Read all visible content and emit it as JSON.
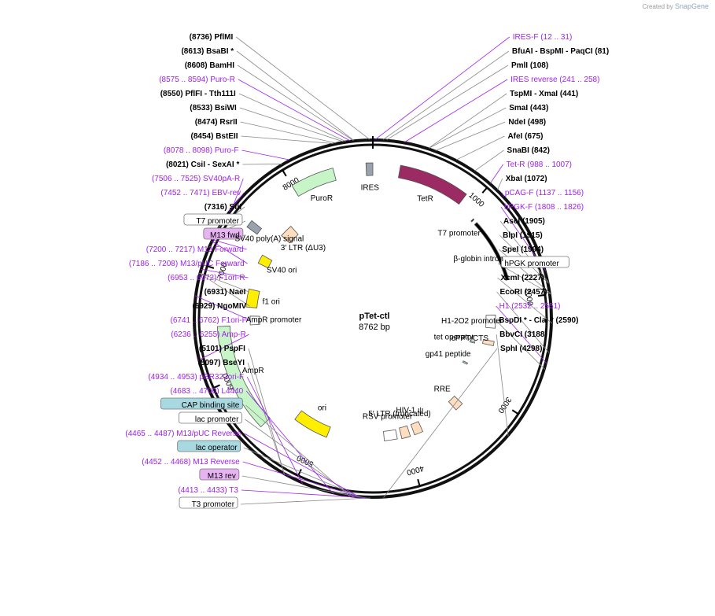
{
  "credit": {
    "prefix": "Created by",
    "brand": "SnapGene"
  },
  "plasmid": {
    "name": "pTet-ctl",
    "size": "8762 bp",
    "length": 8762
  },
  "colors": {
    "enzyme": "#000000",
    "primer": "#a020f0",
    "ruler": "#000000",
    "tetR": "#9c2a63",
    "ires": "#9aa3ad",
    "puroR": "#c8f5c8",
    "ampR": "#c8f5c8",
    "ori": "#ffee00",
    "f1ori": "#ffee00",
    "promoter": "#ffffff",
    "misc": "#ffdec0",
    "purple_box": "#e8b3f2",
    "teal_box": "#a8d8e0"
  },
  "ruler_ticks": [
    "1000",
    "2000",
    "3000",
    "4000",
    "5000",
    "6000",
    "7000",
    "8000"
  ],
  "features": [
    {
      "name": "TetR",
      "type": "cds",
      "start": 250,
      "end": 900
    },
    {
      "name": "IRES",
      "type": "misc_gray",
      "start": 8700,
      "end": 8762
    },
    {
      "name": "PuroR",
      "type": "cds_green",
      "start": 8000,
      "end": 8400
    },
    {
      "name": "AmpR",
      "type": "cds_green",
      "start": 5500,
      "end": 6500
    },
    {
      "name": "ori",
      "type": "ori",
      "start": 4900,
      "end": 5300
    },
    {
      "name": "f1 ori",
      "type": "ori",
      "start": 6700,
      "end": 6900
    },
    {
      "name": "RRE",
      "type": "misc",
      "start": 3250,
      "end": 3350
    },
    {
      "name": "HIV-1 ψ",
      "type": "misc",
      "start": 3800,
      "end": 3900
    },
    {
      "name": "5′ LTR (truncated)",
      "type": "misc",
      "start": 3950,
      "end": 4050
    },
    {
      "name": "RSV promoter",
      "type": "promoter",
      "start": 4100,
      "end": 4250
    },
    {
      "name": "AmpR promoter",
      "type": "promoter",
      "start": 6500,
      "end": 6600
    },
    {
      "name": "3′ LTR (ΔU3)",
      "type": "misc",
      "start": 7600,
      "end": 7750
    },
    {
      "name": "SV40 poly(A) signal",
      "type": "misc_gray",
      "start": 7450,
      "end": 7520
    },
    {
      "name": "SV40 ori",
      "type": "ori",
      "start": 7200,
      "end": 7300
    },
    {
      "name": "T7 promoter",
      "type": "line",
      "start": 1100,
      "end": 1110
    },
    {
      "name": "β-globin intron",
      "type": "line",
      "start": 1150,
      "end": 1800
    },
    {
      "name": "H1-2O2 promoter",
      "type": "promoter",
      "start": 2150,
      "end": 2300
    },
    {
      "name": "cPPT/CTS",
      "type": "misc",
      "start": 2450,
      "end": 2500
    },
    {
      "name": "tet operator",
      "type": "small",
      "start": 2500,
      "end": 2520
    },
    {
      "name": "gp41 peptide",
      "type": "small",
      "start": 2800,
      "end": 2820
    }
  ],
  "inner_labels": [
    {
      "text": "TetR"
    },
    {
      "text": "IRES"
    },
    {
      "text": "PuroR"
    },
    {
      "text": "AmpR"
    },
    {
      "text": "ori"
    },
    {
      "text": "f1 ori"
    },
    {
      "text": "RRE"
    },
    {
      "text": "HIV-1 ψ"
    },
    {
      "text": "5′ LTR (truncated)"
    },
    {
      "text": "RSV promoter"
    },
    {
      "text": "AmpR promoter"
    },
    {
      "text": "3′ LTR (ΔU3)"
    },
    {
      "text": "SV40 poly(A) signal"
    },
    {
      "text": "SV40 ori"
    },
    {
      "text": "T7 promoter"
    },
    {
      "text": "β-globin intron"
    },
    {
      "text": "H1-2O2 promoter"
    },
    {
      "text": "cPPT/CTS"
    },
    {
      "text": "tet operator"
    },
    {
      "text": "gp41 peptide"
    }
  ],
  "outer_labels": [
    {
      "kind": "enzyme",
      "name": "PflMI",
      "pos": "(8736)",
      "bp": 8736
    },
    {
      "kind": "enzyme",
      "name": "BsaBI *",
      "pos": "(8613)",
      "bp": 8613
    },
    {
      "kind": "enzyme",
      "name": "BamHI",
      "pos": "(8608)",
      "bp": 8608
    },
    {
      "kind": "primer",
      "name": "Puro-R",
      "pos": "(8575 .. 8594)",
      "bp": 8584
    },
    {
      "kind": "enzyme",
      "name": "PflFI - Tth111I",
      "pos": "(8550)",
      "bp": 8550
    },
    {
      "kind": "enzyme",
      "name": "BsiWI",
      "pos": "(8533)",
      "bp": 8533
    },
    {
      "kind": "enzyme",
      "name": "RsrII",
      "pos": "(8474)",
      "bp": 8474
    },
    {
      "kind": "enzyme",
      "name": "BstEII",
      "pos": "(8454)",
      "bp": 8454
    },
    {
      "kind": "primer",
      "name": "Puro-F",
      "pos": "(8078 .. 8098)",
      "bp": 8088
    },
    {
      "kind": "enzyme",
      "name": "CsiI - SexAI *",
      "pos": "(8021)",
      "bp": 8021
    },
    {
      "kind": "primer",
      "name": "SV40pA-R",
      "pos": "(7506 .. 7525)",
      "bp": 7515
    },
    {
      "kind": "primer",
      "name": "EBV-rev",
      "pos": "(7452 .. 7471)",
      "bp": 7461
    },
    {
      "kind": "enzyme",
      "name": "SfiI",
      "pos": "(7316)",
      "bp": 7316
    },
    {
      "kind": "box_white",
      "name": "T7 promoter",
      "pos": "",
      "bp": 7250
    },
    {
      "kind": "box_purple",
      "name": "M13 fwd",
      "pos": "",
      "bp": 7230
    },
    {
      "kind": "primer",
      "name": "M13 Forward",
      "pos": "(7200 .. 7217)",
      "bp": 7208
    },
    {
      "kind": "primer",
      "name": "M13/pUC Forward",
      "pos": "(7186 .. 7208)",
      "bp": 7197
    },
    {
      "kind": "primer",
      "name": "F1ori-R",
      "pos": "(6953 .. 6972)",
      "bp": 6962
    },
    {
      "kind": "enzyme",
      "name": "NaeI",
      "pos": "(6931)",
      "bp": 6931
    },
    {
      "kind": "enzyme",
      "name": "NgoMIV",
      "pos": "(6929)",
      "bp": 6929
    },
    {
      "kind": "primer",
      "name": "F1ori-F",
      "pos": "(6741 .. 6762)",
      "bp": 6751
    },
    {
      "kind": "primer",
      "name": "Amp-R",
      "pos": "(6236 .. 6255)",
      "bp": 6245
    },
    {
      "kind": "enzyme",
      "name": "PspFI",
      "pos": "(5101)",
      "bp": 5101
    },
    {
      "kind": "enzyme",
      "name": "BseYI",
      "pos": "(5097)",
      "bp": 5097
    },
    {
      "kind": "primer",
      "name": "pBR322ori-F",
      "pos": "(4934 .. 4953)",
      "bp": 4943
    },
    {
      "kind": "primer",
      "name": "L4440",
      "pos": "(4683 .. 4700)",
      "bp": 4691
    },
    {
      "kind": "box_teal",
      "name": "CAP binding site",
      "pos": "",
      "bp": 4560
    },
    {
      "kind": "box_white",
      "name": "lac promoter",
      "pos": "",
      "bp": 4530
    },
    {
      "kind": "primer",
      "name": "M13/pUC Reverse",
      "pos": "(4465 .. 4487)",
      "bp": 4476
    },
    {
      "kind": "box_teal",
      "name": "lac operator",
      "pos": "",
      "bp": 4470
    },
    {
      "kind": "primer",
      "name": "M13 Reverse",
      "pos": "(4452 .. 4468)",
      "bp": 4460
    },
    {
      "kind": "box_purple",
      "name": "M13 rev",
      "pos": "",
      "bp": 4440
    },
    {
      "kind": "primer",
      "name": "T3",
      "pos": "(4413 .. 4433)",
      "bp": 4423
    },
    {
      "kind": "box_white",
      "name": "T3 promoter",
      "pos": "",
      "bp": 4400
    },
    {
      "kind": "enzyme",
      "name": "SphI",
      "pos": "(4298)",
      "bp": 4298
    },
    {
      "kind": "enzyme",
      "name": "BbvCI",
      "pos": "(3188)",
      "bp": 3188
    },
    {
      "kind": "enzyme",
      "name": "BspDI * - ClaI *",
      "pos": "(2590)",
      "bp": 2590
    },
    {
      "kind": "primer",
      "name": "H1",
      "pos": "(2532 .. 2551)",
      "bp": 2541
    },
    {
      "kind": "enzyme",
      "name": "EcoRI",
      "pos": "(2457)",
      "bp": 2457
    },
    {
      "kind": "enzyme",
      "name": "XcmI",
      "pos": "(2227)",
      "bp": 2227
    },
    {
      "kind": "box_white",
      "name": "hPGK promoter",
      "pos": "",
      "bp": 2000
    },
    {
      "kind": "enzyme",
      "name": "SpeI",
      "pos": "(1994)",
      "bp": 1994
    },
    {
      "kind": "enzyme",
      "name": "BlpI",
      "pos": "(1915)",
      "bp": 1915
    },
    {
      "kind": "enzyme",
      "name": "AscI",
      "pos": "(1905)",
      "bp": 1905
    },
    {
      "kind": "primer",
      "name": "hPGK-F",
      "pos": "(1808 .. 1826)",
      "bp": 1817
    },
    {
      "kind": "primer",
      "name": "pCAG-F",
      "pos": "(1137 .. 1156)",
      "bp": 1146
    },
    {
      "kind": "enzyme",
      "name": "XbaI",
      "pos": "(1072)",
      "bp": 1072
    },
    {
      "kind": "primer",
      "name": "Tet-R",
      "pos": "(988 .. 1007)",
      "bp": 997
    },
    {
      "kind": "enzyme",
      "name": "SnaBI",
      "pos": "(842)",
      "bp": 842
    },
    {
      "kind": "enzyme",
      "name": "AfeI",
      "pos": "(675)",
      "bp": 675
    },
    {
      "kind": "enzyme",
      "name": "NdeI",
      "pos": "(498)",
      "bp": 498
    },
    {
      "kind": "enzyme",
      "name": "SmaI",
      "pos": "(443)",
      "bp": 443
    },
    {
      "kind": "enzyme",
      "name": "TspMI - XmaI",
      "pos": "(441)",
      "bp": 441
    },
    {
      "kind": "primer",
      "name": "IRES reverse",
      "pos": "(241 .. 258)",
      "bp": 249
    },
    {
      "kind": "enzyme",
      "name": "PmlI",
      "pos": "(108)",
      "bp": 108
    },
    {
      "kind": "enzyme",
      "name": "BfuAI - BspMI - PaqCI",
      "pos": "(81)",
      "bp": 81
    },
    {
      "kind": "primer",
      "name": "IRES-F",
      "pos": "(12 .. 31)",
      "bp": 21
    }
  ]
}
